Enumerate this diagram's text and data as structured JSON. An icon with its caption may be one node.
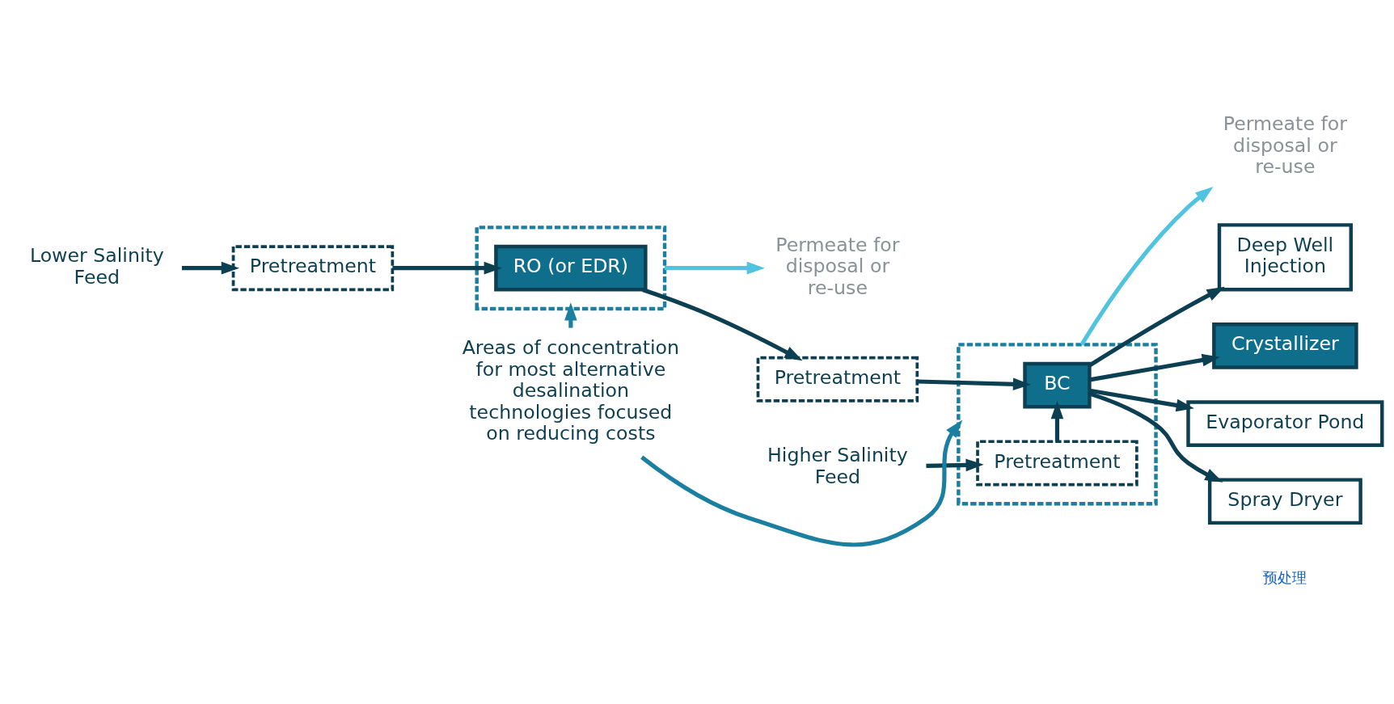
{
  "diagram": {
    "nodes": [
      {
        "text": [
          "Lower Salinity Feed"
        ]
      },
      {
        "text": [
          "Pretreatment"
        ]
      },
      {
        "text": [],
        "shape": "box"
      },
      {
        "text": [
          "RO (or EDR)"
        ],
        "in": 2
      },
      {
        "text": [
          "Permeate for disposal or re-use"
        ]
      },
      {
        "text": [
          "Pretreatment"
        ]
      },
      {
        "text": [],
        "shape": "box"
      },
      {
        "text": [
          "BC"
        ],
        "in": 6
      },
      {
        "text": [
          "Pretreatment"
        ],
        "in": 6
      },
      {
        "text": [
          "Higher Salinity Feed"
        ]
      },
      {
        "text": [
          "Permeate for disposal or re-use"
        ]
      },
      {
        "text": [
          "Deep Well Injection"
        ]
      },
      {
        "text": [
          "Crystallizer"
        ]
      },
      {
        "text": [
          "Evaporator Pond"
        ]
      },
      {
        "text": [
          "Spray Dryer"
        ]
      },
      {
        "text": [
          "Areas of concentration for most alternative desalination technologies focused on reducing costs"
        ]
      }
    ],
    "edges": [
      {
        "from": 0,
        "to": 1,
        "arrow": "to"
      },
      {
        "from": 1,
        "to": 3,
        "arrow": "to"
      },
      {
        "from": 3,
        "to": 5,
        "arrow": "to"
      },
      {
        "from": 2,
        "to": 4,
        "arrow": "to",
        "color": "#4fc3e0"
      },
      {
        "from": 5,
        "to": 7,
        "arrow": "to"
      },
      {
        "from": 9,
        "to": 8,
        "arrow": "to"
      },
      {
        "from": 8,
        "to": 7,
        "arrow": "to"
      },
      {
        "from": 6,
        "to": 10,
        "arrow": "to",
        "color": "#4fc3e0"
      },
      {
        "from": 7,
        "to": 11,
        "arrow": "to"
      },
      {
        "from": 7,
        "to": 12,
        "arrow": "to"
      },
      {
        "from": 7,
        "to": 13,
        "arrow": "to"
      },
      {
        "from": 7,
        "to": 14,
        "arrow": "to"
      },
      {
        "from": 15,
        "to": 2,
        "arrow": "to",
        "color": "#1a7fa0"
      },
      {
        "from": 15,
        "to": 6,
        "arrow": "to",
        "color": "#1a7fa0"
      }
    ],
    "labels": [
      "预处理"
    ]
  }
}
